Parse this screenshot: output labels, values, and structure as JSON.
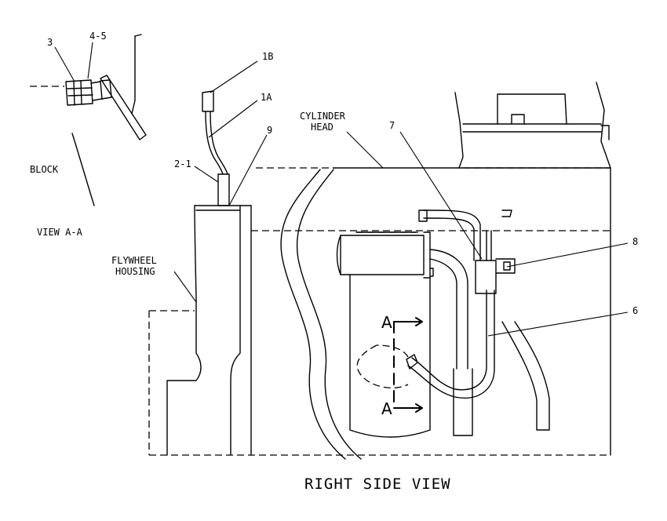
{
  "view_aa": {
    "part_3": "3",
    "part_4_5": "4-5",
    "block_label": "BLOCK",
    "caption": "VIEW A-A"
  },
  "right_side": {
    "part_1b": "1B",
    "part_1a": "1A",
    "part_9": "9",
    "part_2_1": "2-1",
    "part_7": "7",
    "part_8": "8",
    "part_6": "6",
    "cylinder_head_line1": "CYLINDER",
    "cylinder_head_line2": "HEAD",
    "flywheel_housing_line1": "FLYWHEEL",
    "flywheel_housing_line2": "HOUSING",
    "section_marker_top": "A",
    "section_marker_bottom": "A",
    "title": "RIGHT SIDE VIEW"
  }
}
